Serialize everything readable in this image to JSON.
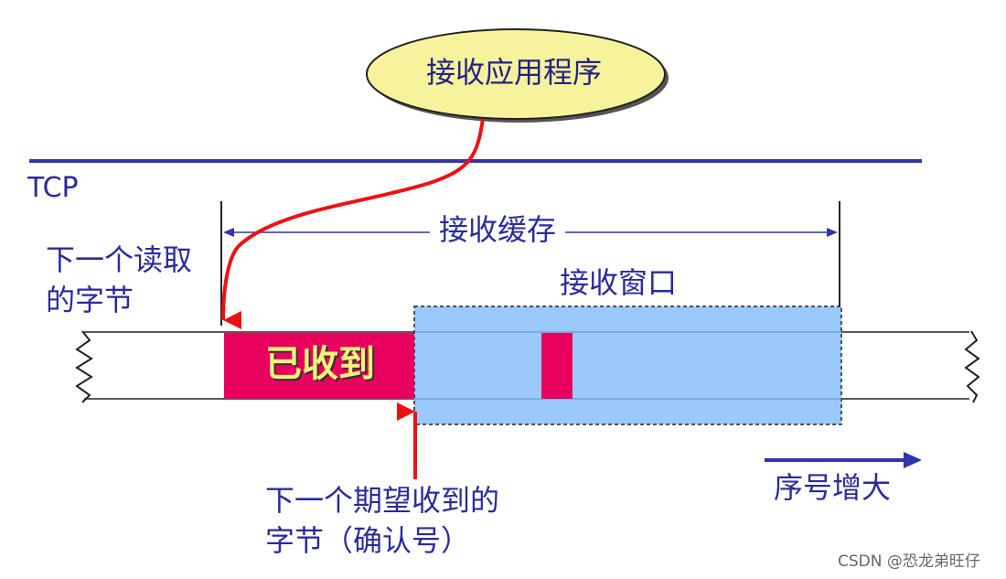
{
  "app": {
    "text": "接收应用程序"
  },
  "tcp_label": "TCP",
  "buffer_label": "接收缓存",
  "window_label": "接收窗口",
  "next_read_label": {
    "line1": "下一个读取",
    "line2": "的字节"
  },
  "received_label": "已收到",
  "expected_label": {
    "line1": "下一个期望收到的",
    "line2": "字节（确认号）"
  },
  "seq_label": "序号增大",
  "watermark": "CSDN @恐龙弟旺仔",
  "colors": {
    "label_blue": "#2b2b9a",
    "line_blue": "#3333aa",
    "received_fill": "#e8005e",
    "window_fill": "#9cc9fb",
    "ellipse_fill": "#f6f39c",
    "pointer_red": "#ee1111"
  }
}
